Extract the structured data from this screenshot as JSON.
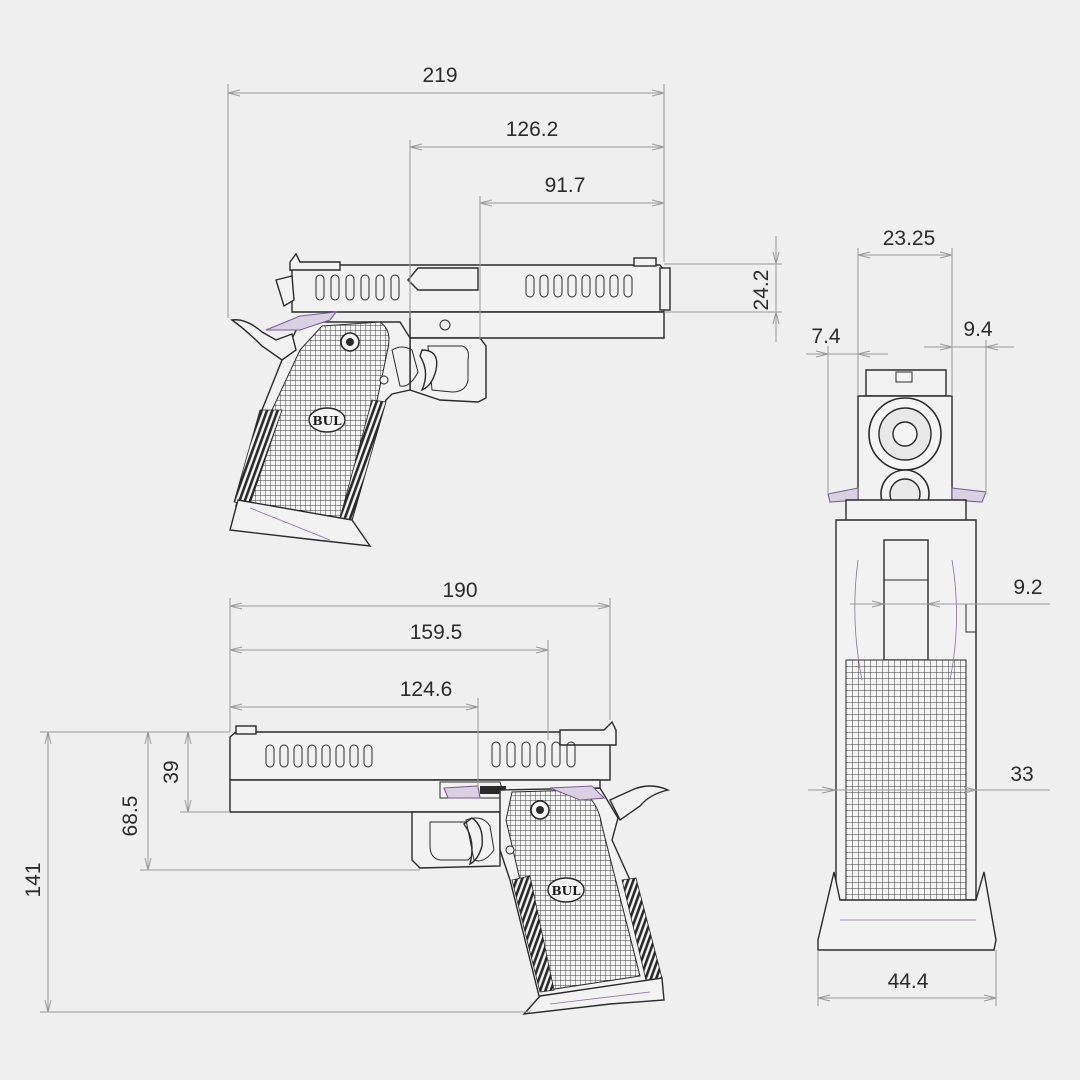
{
  "drawings": {
    "top_view": {
      "logo": "BUL"
    },
    "bottom_view": {
      "logo": "BUL"
    }
  },
  "dimensions": {
    "overall_length": "219",
    "slide_front_section": "126.2",
    "barrel_front": "91.7",
    "slide_height": "24.2",
    "length_190": "190",
    "length_159_5": "159.5",
    "length_124_6": "124.6",
    "overall_height": "141",
    "height_68_5": "68.5",
    "height_39": "39",
    "slide_width": "23.25",
    "safety_left": "7.4",
    "safety_right": "9.4",
    "grip_9_2": "9.2",
    "grip_width": "33",
    "basepad_width": "44.4"
  },
  "colors": {
    "background": "#efefef",
    "outline": "#2a2a2a",
    "dimension_line": "#9a9a9a",
    "accent_purple": "#7b5c95"
  }
}
